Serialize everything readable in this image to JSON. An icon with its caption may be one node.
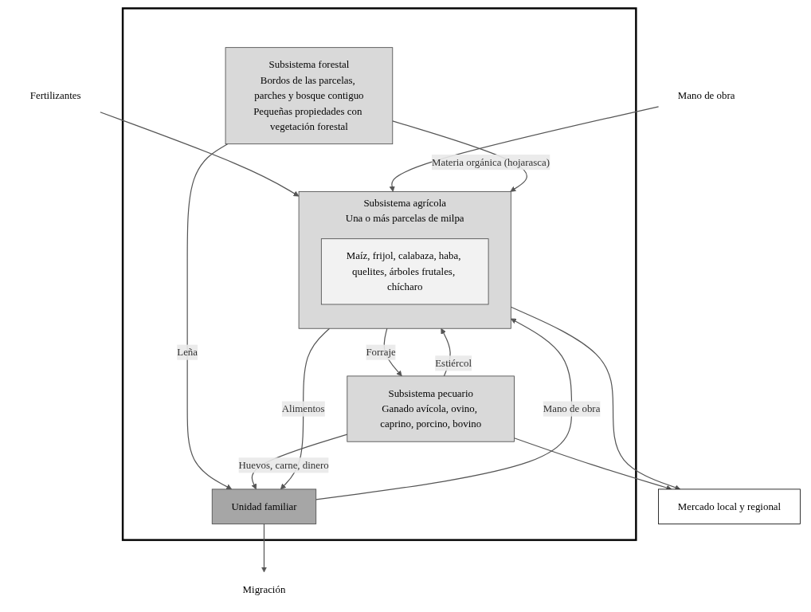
{
  "diagram": {
    "nodes": [
      {
        "text": [],
        "shape": "box"
      },
      {
        "text": [
          "Fertilizantes"
        ]
      },
      {
        "text": [
          "Mano de obra"
        ]
      },
      {
        "text": [
          "Migración"
        ]
      },
      {
        "text": [
          "Subsistema agrícola",
          "Una o más parcelas de milpa"
        ],
        "in": 0
      },
      {
        "text": [
          "Maíz, frijol, calabaza, haba, quelites, árboles frutales, chícharo"
        ],
        "in": 4
      },
      {
        "text": [
          "Unidad familiar"
        ],
        "in": 0
      },
      {
        "text": [
          "Subsistema forestal",
          "Bordos de las parcelas, parches y bosque contiguo",
          "Pequeñas propiedades con vegetación forestal"
        ],
        "in": 0
      },
      {
        "text": [
          "Subsistema pecuario",
          "Ganado avícola, ovino, caprino, porcino, bovino"
        ],
        "in": 0
      },
      {
        "text": [
          "Mercado local y regional"
        ]
      }
    ],
    "edges": [
      {
        "from": 1,
        "to": 4,
        "arrow": "to"
      },
      {
        "from": 2,
        "to": 4,
        "arrow": "to"
      },
      {
        "from": 6,
        "to": 3,
        "arrow": "to"
      },
      {
        "from": 7,
        "to": 4,
        "label": "Materia orgánica (hojarasca)",
        "arrow": "to"
      },
      {
        "from": 6,
        "to": 4,
        "label": "Mano de obra",
        "arrow": "to"
      },
      {
        "from": 4,
        "to": 6,
        "label": "Alimentos",
        "arrow": "to"
      },
      {
        "from": 7,
        "to": 6,
        "label": "Leña",
        "arrow": "to"
      },
      {
        "from": 8,
        "to": 6,
        "label": "Huevos, carne, dinero",
        "arrow": "to"
      },
      {
        "from": 4,
        "to": 8,
        "label": "Forraje",
        "arrow": "to"
      },
      {
        "from": 8,
        "to": 4,
        "label": "Estiércol",
        "arrow": "to"
      },
      {
        "from": 4,
        "to": 9,
        "arrow": "to"
      },
      {
        "from": 8,
        "to": 9,
        "arrow": "to"
      }
    ]
  }
}
